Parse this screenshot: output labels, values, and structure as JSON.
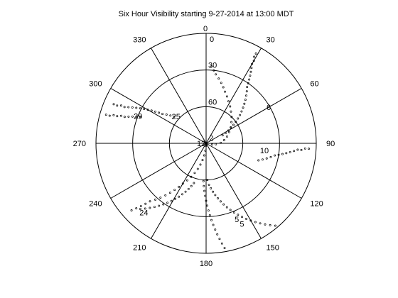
{
  "chart_data": {
    "type": "scatter",
    "projection": "polar",
    "title": "Six Hour Visibility starting 9-27-2014 at 13:00 MDT",
    "angle_zero": "top",
    "angle_direction": "clockwise",
    "radial_axis": "elevation",
    "radial_range": [
      90,
      0
    ],
    "rings": [
      60,
      30,
      0
    ],
    "ring_labels": [
      "60",
      "30",
      "0"
    ],
    "spokes_deg": [
      0,
      30,
      60,
      90,
      120,
      150,
      180,
      210,
      240,
      270,
      300,
      330
    ],
    "spoke_labels": [
      "0",
      "30",
      "60",
      "90",
      "120",
      "150",
      "180",
      "210",
      "240",
      "270",
      "300",
      "330"
    ],
    "grid": true,
    "marker": "dot",
    "series": [
      {
        "label": "6",
        "points": [
          [
            64,
            75
          ],
          [
            62,
            72
          ],
          [
            60,
            69
          ],
          [
            58,
            66
          ],
          [
            56,
            63
          ],
          [
            54,
            60
          ],
          [
            52,
            57
          ],
          [
            50,
            54
          ],
          [
            48,
            51
          ],
          [
            46,
            48
          ],
          [
            44,
            45
          ],
          [
            42,
            42
          ],
          [
            40,
            39
          ],
          [
            38,
            36
          ],
          [
            36,
            33
          ],
          [
            35,
            30
          ],
          [
            34,
            27
          ],
          [
            33,
            24
          ],
          [
            32,
            21
          ],
          [
            31,
            18
          ],
          [
            30,
            15
          ],
          [
            30,
            12
          ],
          [
            29,
            9
          ],
          [
            29,
            6
          ]
        ],
        "label_at": [
          60,
          31
        ]
      },
      {
        "label": "10",
        "points": [
          [
            108,
            45
          ],
          [
            106,
            42
          ],
          [
            104,
            39
          ],
          [
            102,
            36
          ],
          [
            100,
            33
          ],
          [
            99,
            30
          ],
          [
            98,
            27
          ],
          [
            97,
            24
          ],
          [
            96,
            21
          ],
          [
            95,
            18
          ],
          [
            94,
            15
          ],
          [
            94,
            12
          ],
          [
            93,
            9
          ],
          [
            93,
            6
          ]
        ],
        "label_at": [
          97,
          42
        ]
      },
      {
        "label": "12",
        "points": [
          [
            183,
            88
          ],
          [
            186,
            84
          ],
          [
            189,
            80
          ],
          [
            192,
            76
          ],
          [
            195,
            72
          ],
          [
            198,
            68
          ],
          [
            201,
            64
          ],
          [
            204,
            60
          ],
          [
            207,
            56
          ],
          [
            210,
            52
          ],
          [
            212,
            48
          ],
          [
            214,
            44
          ],
          [
            216,
            40
          ],
          [
            218,
            36
          ],
          [
            220,
            32
          ],
          [
            222,
            28
          ],
          [
            224,
            24
          ],
          [
            225,
            20
          ],
          [
            226,
            16
          ],
          [
            227,
            12
          ],
          [
            228,
            8
          ]
        ],
        "label_at": [
          268,
          86
        ]
      },
      {
        "label": "2",
        "points": [
          [
            100,
            85
          ],
          [
            95,
            82
          ],
          [
            88,
            78
          ],
          [
            80,
            75
          ],
          [
            72,
            72
          ],
          [
            64,
            69
          ],
          [
            57,
            66
          ],
          [
            50,
            63
          ],
          [
            44,
            60
          ],
          [
            38,
            57
          ],
          [
            33,
            54
          ],
          [
            28,
            51
          ],
          [
            24,
            48
          ],
          [
            20,
            45
          ],
          [
            17,
            42
          ],
          [
            14,
            39
          ],
          [
            11,
            36
          ],
          [
            8,
            33
          ],
          [
            6,
            30
          ],
          [
            4,
            27
          ]
        ],
        "label_at": [
          45,
          84
        ]
      },
      {
        "label": "25",
        "points": [
          [
            310,
            56
          ],
          [
            308,
            53
          ],
          [
            306,
            50
          ],
          [
            304,
            47
          ],
          [
            303,
            44
          ],
          [
            302,
            41
          ],
          [
            301,
            38
          ],
          [
            300,
            35
          ],
          [
            299,
            32
          ],
          [
            298,
            29
          ],
          [
            297,
            26
          ],
          [
            296,
            23
          ],
          [
            295,
            20
          ],
          [
            294,
            17
          ],
          [
            294,
            14
          ],
          [
            293,
            11
          ],
          [
            293,
            8
          ]
        ],
        "label_at": [
          312,
          57
        ]
      },
      {
        "label": "29",
        "points": [
          [
            292,
            32
          ],
          [
            291,
            29
          ],
          [
            290,
            26
          ],
          [
            289,
            23
          ],
          [
            288,
            20
          ],
          [
            288,
            17
          ],
          [
            287,
            14
          ],
          [
            287,
            11
          ],
          [
            286,
            8
          ],
          [
            286,
            5
          ]
        ],
        "label_at": [
          292,
          30
        ]
      },
      {
        "label": "24",
        "points": [
          [
            225,
            14
          ],
          [
            223,
            17
          ],
          [
            221,
            20
          ],
          [
            219,
            23
          ],
          [
            217,
            26
          ],
          [
            215,
            29
          ],
          [
            213,
            32
          ],
          [
            211,
            35
          ],
          [
            209,
            38
          ],
          [
            207,
            41
          ],
          [
            205,
            44
          ],
          [
            203,
            47
          ],
          [
            201,
            50
          ],
          [
            199,
            53
          ],
          [
            197,
            56
          ]
        ],
        "label_at": [
          222,
          14
        ]
      },
      {
        "label": "5",
        "points": [
          [
            140,
            2
          ],
          [
            142,
            5
          ],
          [
            144,
            8
          ],
          [
            146,
            11
          ],
          [
            148,
            14
          ],
          [
            150,
            17
          ],
          [
            152,
            20
          ],
          [
            154,
            23
          ],
          [
            156,
            26
          ],
          [
            158,
            29
          ],
          [
            160,
            32
          ],
          [
            162,
            35
          ],
          [
            164,
            38
          ],
          [
            166,
            41
          ],
          [
            168,
            44
          ],
          [
            170,
            47
          ],
          [
            172,
            50
          ],
          [
            174,
            53
          ],
          [
            176,
            56
          ],
          [
            178,
            60
          ]
        ],
        "label_at": [
          156,
          18
        ]
      },
      {
        "label": "5",
        "points": [
          [
            170,
            3
          ],
          [
            171,
            7
          ],
          [
            172,
            11
          ],
          [
            173,
            15
          ],
          [
            174,
            19
          ],
          [
            175,
            23
          ],
          [
            176,
            27
          ],
          [
            177,
            31
          ],
          [
            178,
            35
          ],
          [
            179,
            39
          ],
          [
            180,
            43
          ],
          [
            181,
            47
          ],
          [
            182,
            51
          ],
          [
            183,
            55
          ],
          [
            184,
            59
          ]
        ],
        "label_at": [
          158,
          23
        ]
      }
    ]
  }
}
